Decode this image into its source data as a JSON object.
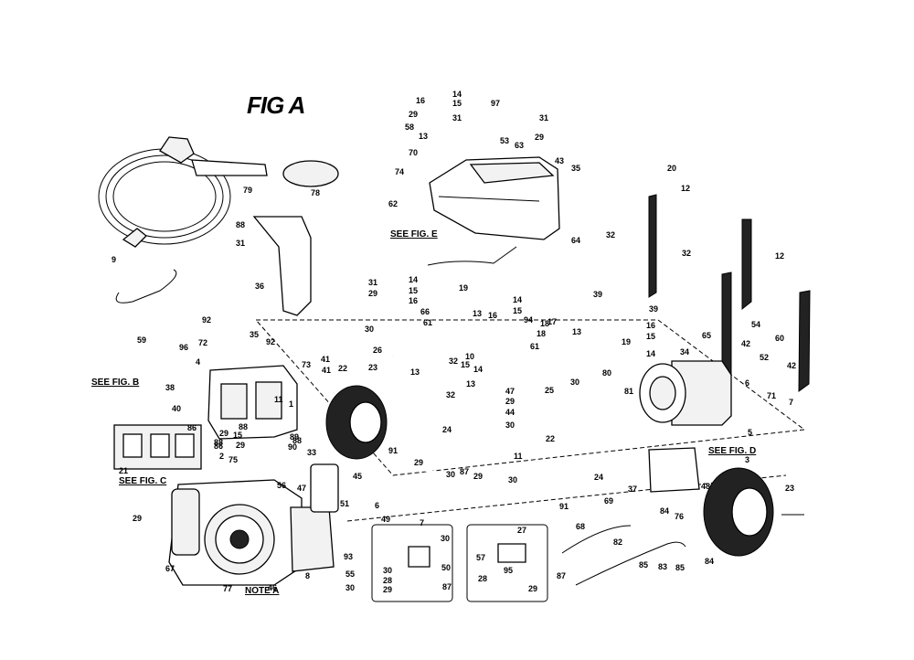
{
  "figure": {
    "title": "FIG A",
    "refs": {
      "fig_b": "SEE FIG. B",
      "fig_c": "SEE FIG. C",
      "fig_d": "SEE FIG. D",
      "fig_e": "SEE FIG. E",
      "note_a": "NOTE A"
    }
  },
  "part_labels": [
    "14",
    "15",
    "16",
    "97",
    "29",
    "31",
    "31",
    "58",
    "13",
    "53",
    "29",
    "63",
    "70",
    "43",
    "74",
    "35",
    "62",
    "64",
    "20",
    "12",
    "32",
    "32",
    "12",
    "79",
    "78",
    "88",
    "31",
    "36",
    "31",
    "29",
    "9",
    "59",
    "92",
    "30",
    "14",
    "15",
    "16",
    "19",
    "14",
    "15",
    "66",
    "13",
    "16",
    "94",
    "18",
    "17",
    "39",
    "10",
    "18",
    "61",
    "13",
    "39",
    "16",
    "15",
    "14",
    "54",
    "60",
    "65",
    "42",
    "52",
    "42",
    "34",
    "19",
    "61",
    "32",
    "15",
    "14",
    "13",
    "80",
    "32",
    "13",
    "47",
    "29",
    "44",
    "30",
    "25",
    "30",
    "11",
    "81",
    "6",
    "71",
    "7",
    "5",
    "96",
    "72",
    "35",
    "92",
    "73",
    "4",
    "41",
    "41",
    "22",
    "23",
    "26",
    "38",
    "1",
    "11",
    "24",
    "88",
    "29",
    "15",
    "86",
    "89",
    "86",
    "40",
    "88",
    "29",
    "2",
    "90",
    "88",
    "75",
    "33",
    "91",
    "29",
    "30",
    "87",
    "29",
    "30",
    "24",
    "45",
    "56",
    "47",
    "51",
    "6",
    "49",
    "7",
    "30",
    "27",
    "57",
    "37",
    "48",
    "76",
    "69",
    "91",
    "29",
    "67",
    "77",
    "8",
    "46",
    "55",
    "30",
    "93",
    "50",
    "30",
    "28",
    "29",
    "87",
    "95",
    "28",
    "29",
    "87",
    "68",
    "82",
    "85",
    "83",
    "85",
    "84",
    "84",
    "23",
    "22",
    "21",
    "3",
    "5"
  ]
}
